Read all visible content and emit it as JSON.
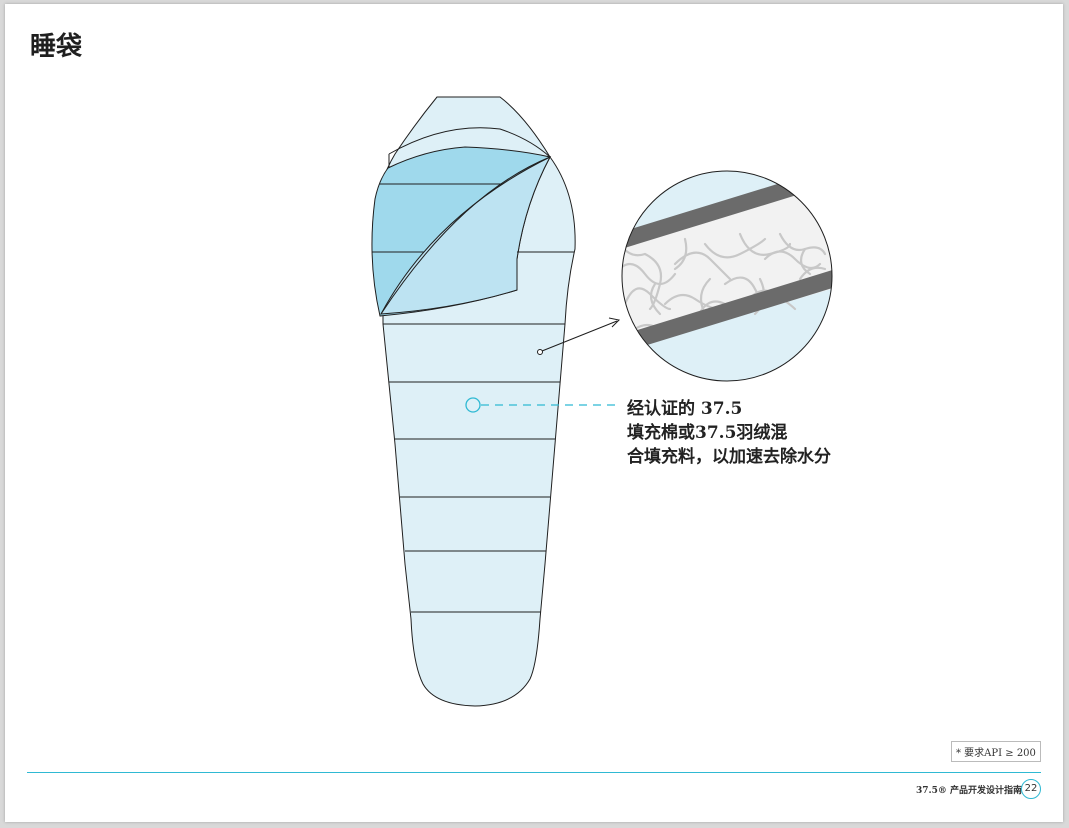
{
  "page": {
    "title": "睡袋"
  },
  "callout": {
    "lines": [
      "经认证的 37.5",
      "填充棉或37.5羽绒混",
      "合填充料，以加速去除水分"
    ]
  },
  "note": {
    "text": "* 要求API ≥ 200"
  },
  "footer": {
    "guide_title": "37.5® 产品开发设计指南",
    "page_number": "22"
  },
  "colors": {
    "accent": "#2fb9d3",
    "bag_fill": "#def0f7",
    "hood_fill": "#9fd9ec",
    "flap_fill": "#bde3f2",
    "membrane": "#6b6b6b",
    "fiber": "#c8c8c8"
  }
}
